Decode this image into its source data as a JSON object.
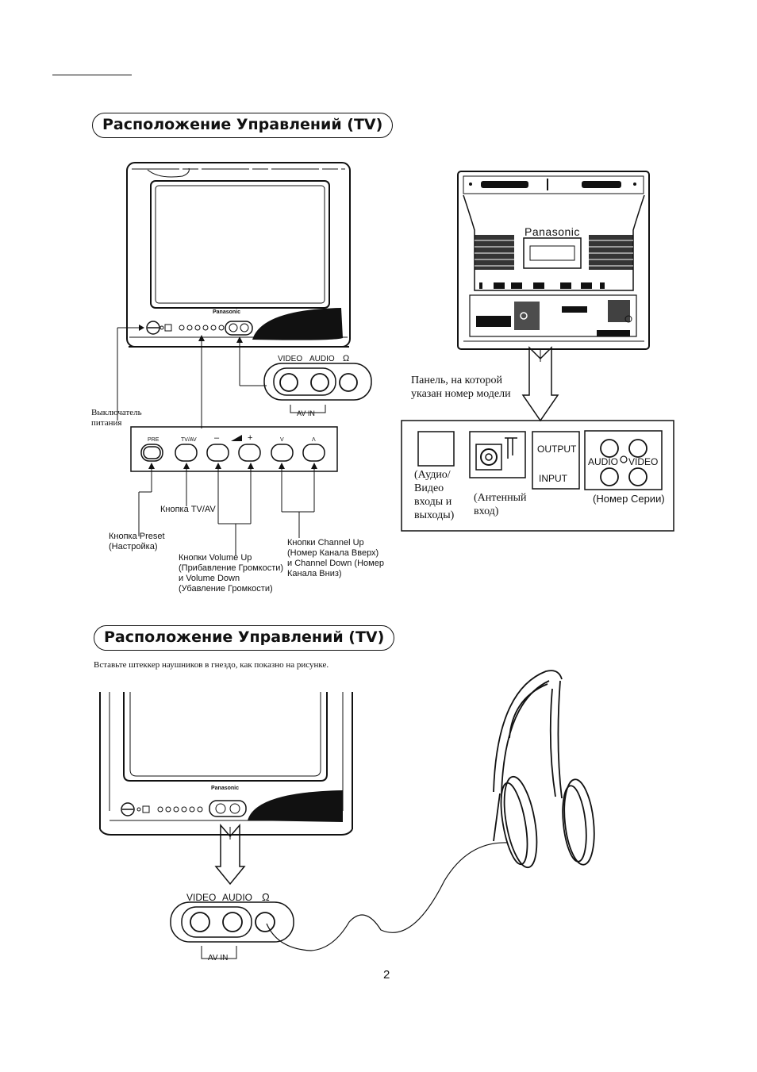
{
  "sections": [
    {
      "title": "Расположение Управлений (TV)"
    },
    {
      "title": "Расположение Управлений (TV)"
    }
  ],
  "front_tv": {
    "brand": "Panasonic",
    "av_jacks": {
      "video": "VIDEO",
      "audio": "AUDIO",
      "headphone": "Ω",
      "group": "AV IN"
    },
    "power_label": "Выключатель\nпитания",
    "buttons": [
      "PRE",
      "TV/AV",
      "–",
      "+",
      "V",
      "Λ"
    ],
    "callouts": {
      "tvav": "Кнопка TV/AV",
      "preset": "Кнопка Preset\n(Настройка)",
      "volume": "Кнопки Volume Up\n(Прибавление Громкости)\nи Volume Down\n(Убавление Громкости)",
      "channel": "Кнопки Channel Up\n(Номер Канала Вверх)\nи Channel Down (Номер\nКанала Вниз)"
    }
  },
  "rear_tv": {
    "brand": "Panasonic",
    "model_panel_label": "Панель, на которой\nуказан номер модели",
    "panel": {
      "av_label": "(Аудио/\nВидео\nвходы и\nвыходы)",
      "antenna_label": "(Антенный\nвход)",
      "output": "OUTPUT",
      "input": "INPUT",
      "audio": "AUDIO",
      "video": "VIDEO",
      "serial_label": "(Номер Серии)"
    }
  },
  "headphone_section": {
    "instruction": "Вставьте штеккер наушников в гнездо, как показно на рисунке.",
    "brand": "Panasonic",
    "av_jacks": {
      "video": "VIDEO",
      "audio": "AUDIO",
      "headphone": "Ω",
      "group": "AV IN"
    }
  },
  "page_number": "2"
}
